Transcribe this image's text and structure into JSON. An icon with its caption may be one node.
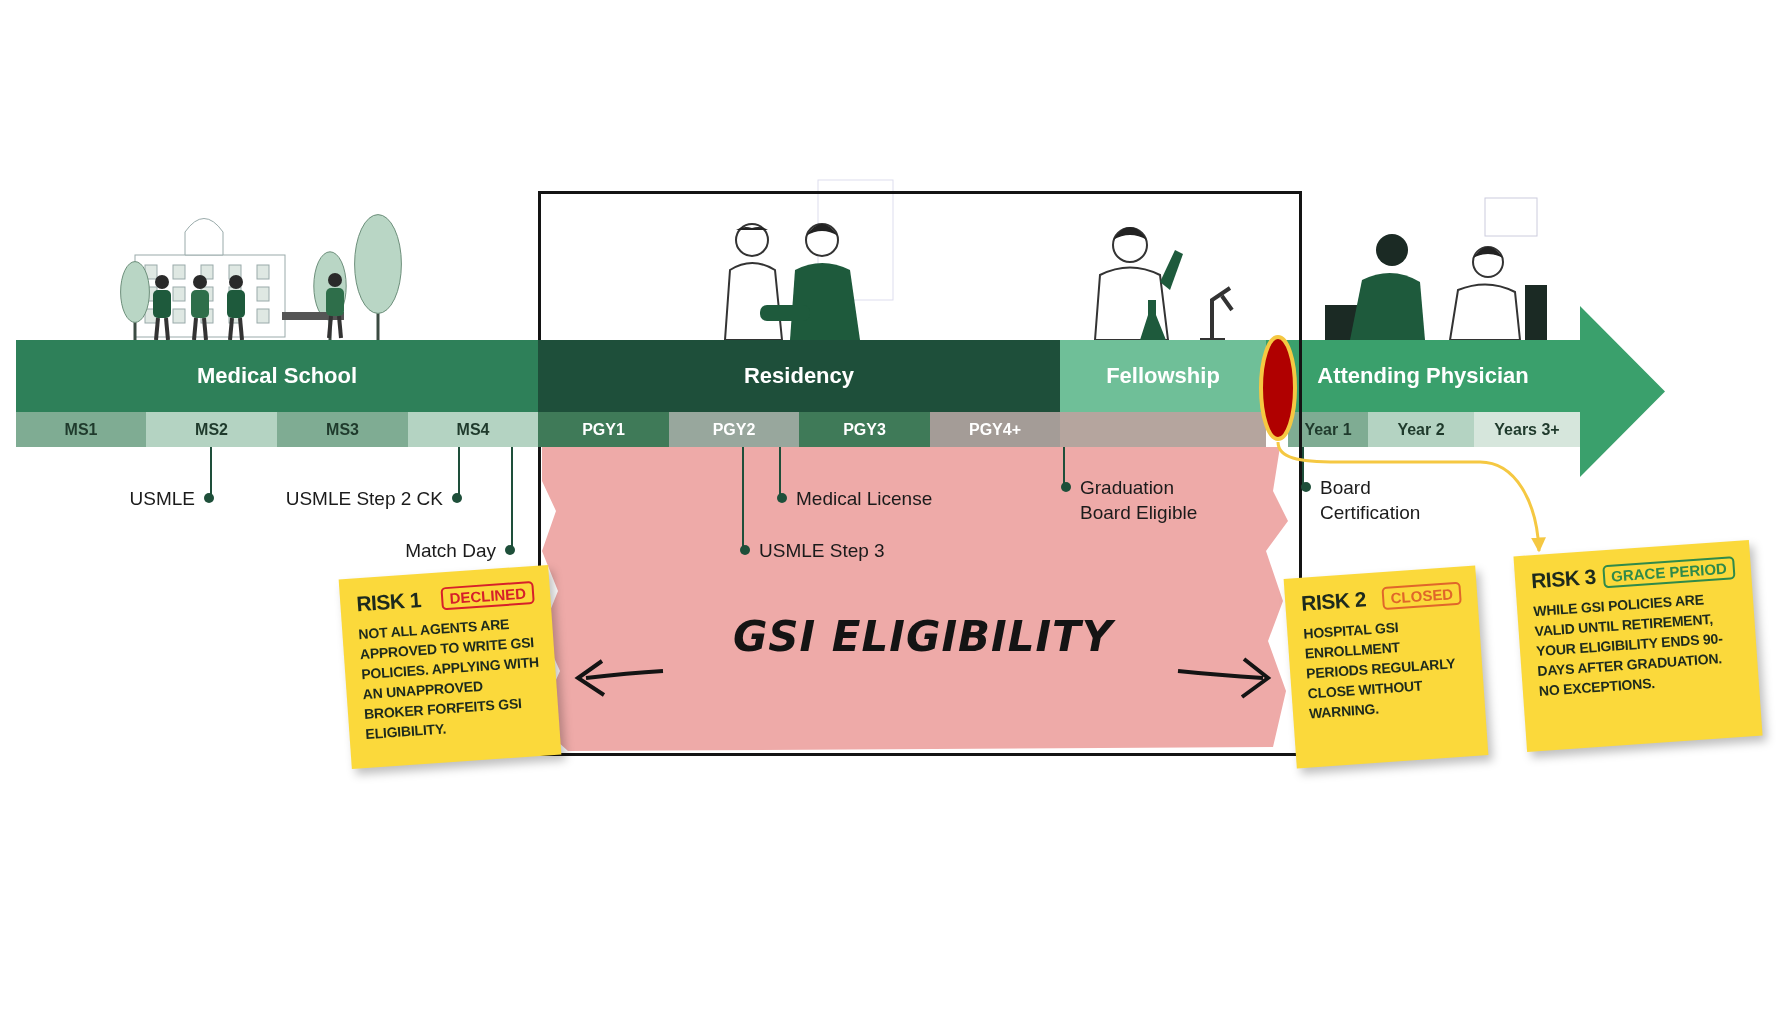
{
  "diagram": {
    "nodes": [
      {
        "text": [
          "Medical School"
        ]
      },
      {
        "text": [
          "Residency"
        ],
        "in": 23
      },
      {
        "text": [
          "Fellowship"
        ],
        "in": 23
      },
      {
        "text": [
          "Attending Physician"
        ]
      },
      {
        "text": [
          "MS1"
        ]
      },
      {
        "text": [
          "MS2"
        ]
      },
      {
        "text": [
          "MS3"
        ]
      },
      {
        "text": [
          "MS4"
        ]
      },
      {
        "text": [
          "PGY1"
        ],
        "in": 23
      },
      {
        "text": [
          "PGY2"
        ],
        "in": 23
      },
      {
        "text": [
          "PGY3"
        ],
        "in": 23
      },
      {
        "text": [
          "PGY4+"
        ],
        "in": 23
      },
      {
        "text": [],
        "shape": "bar",
        "in": 23
      },
      {
        "text": [
          "Year 1"
        ]
      },
      {
        "text": [
          "Year 2"
        ]
      },
      {
        "text": [
          "Years 3+"
        ]
      },
      {
        "text": [
          "USMLE"
        ]
      },
      {
        "text": [
          "USMLE Step 2 CK"
        ]
      },
      {
        "text": [
          "Medical License"
        ],
        "in": 23
      },
      {
        "text": [
          "Graduation Board Eligible"
        ],
        "in": 23
      },
      {
        "text": [
          "Board Certification"
        ]
      },
      {
        "text": [
          "Match Day"
        ]
      },
      {
        "text": [
          "USMLE Step 3"
        ],
        "in": 23
      },
      {
        "text": [
          "GSI ELIGIBILITY"
        ]
      },
      {
        "text": [],
        "shape": "ellipse",
        "in": 23
      },
      {
        "text": [
          "RISK 1",
          "DECLINED",
          "NOT ALL AGENTS ARE APPROVED TO WRITE GSI POLICIES. APPLYING WITH AN UNAPPROVED BROKER FORFEITS GSI ELIGIBILITY."
        ]
      },
      {
        "text": [
          "RISK 2",
          "CLOSED",
          "HOSPITAL GSI ENROLLMENT PERIODS REGULARLY CLOSE WITHOUT WARNING."
        ]
      },
      {
        "text": [
          "RISK 3",
          "GRACE PERIOD",
          "WHILE GSI POLICIES ARE VALID UNTIL RETIREMENT, YOUR ELIGIBILITY ENDS 90-DAYS AFTER GRADUATION. NO EXCEPTIONS."
        ]
      }
    ],
    "edges": [
      {
        "from": 5,
        "to": 16,
        "arrow": "other"
      },
      {
        "from": 7,
        "to": 17,
        "arrow": "other"
      },
      {
        "from": 7,
        "to": 21,
        "arrow": "other"
      },
      {
        "from": 9,
        "to": 18,
        "arrow": "other"
      },
      {
        "from": 9,
        "to": 22,
        "arrow": "other"
      },
      {
        "from": 12,
        "to": 19,
        "arrow": "other"
      },
      {
        "from": 13,
        "to": 20,
        "arrow": "other"
      },
      {
        "from": 24,
        "to": 27,
        "arrow": "to",
        "color": "#f5c842"
      }
    ]
  }
}
